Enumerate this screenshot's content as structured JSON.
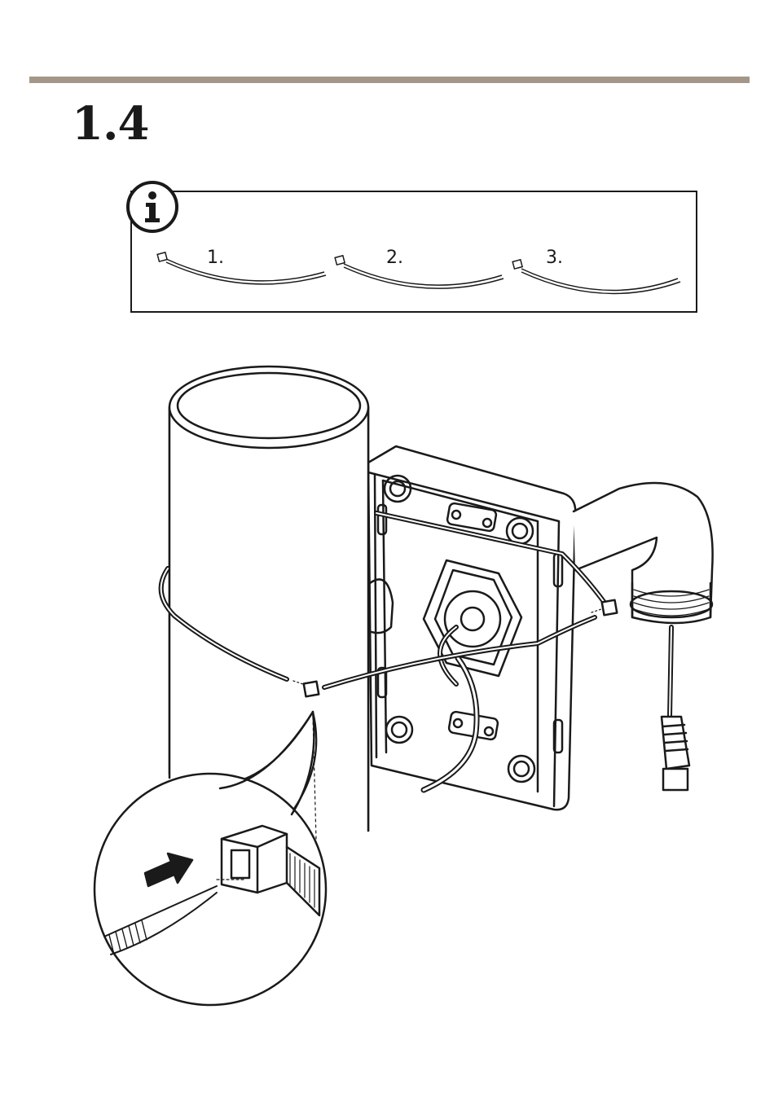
{
  "header": {
    "step_number": "1.4",
    "rule_color": "#a49689"
  },
  "info_box": {
    "icon": "info-icon",
    "steps": [
      {
        "label": "1."
      },
      {
        "label": "2."
      },
      {
        "label": "3."
      }
    ]
  },
  "illustration": {
    "icons": [
      "pole",
      "mounting-bracket",
      "cable-tie",
      "network-cable",
      "arrow-right-icon",
      "magnifier-callout"
    ]
  }
}
